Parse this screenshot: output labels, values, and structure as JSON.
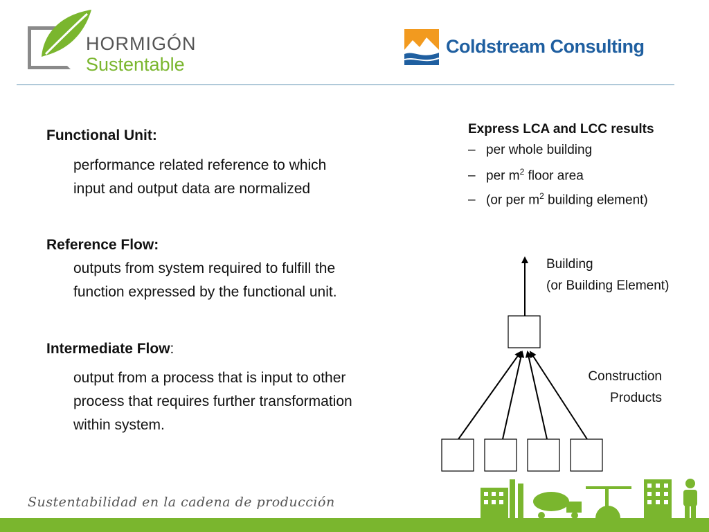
{
  "logos": {
    "left": {
      "line1": "HORMIGÓN",
      "line2": "Sustentable",
      "leaf_color": "#7ab62e",
      "frame_color": "#8a8a8a"
    },
    "right": {
      "name": "Coldstream Consulting",
      "color": "#1f5fa0",
      "icon_orange": "#f29a1f"
    }
  },
  "definitions": [
    {
      "term": "Functional Unit:",
      "text_lines": [
        "performance related reference to which",
        "input and output data are normalized"
      ]
    },
    {
      "term": "Reference Flow:",
      "text_lines": [
        "outputs from system required to fulfill the",
        "function expressed by the functional unit."
      ]
    },
    {
      "term": "Intermediate Flow",
      "term_suffix": ":",
      "text_lines": [
        "output from a process that is input to other",
        "process that requires further transformation",
        "within system."
      ]
    }
  ],
  "results": {
    "title": "Express LCA and LCC results",
    "dash": "–",
    "items": [
      {
        "pre": "per whole building"
      },
      {
        "pre": "per m",
        "sup": "2",
        "post": " floor area"
      },
      {
        "pre": "(or per m",
        "sup": "2",
        "post": " building element)"
      }
    ]
  },
  "diagram": {
    "top_label_line1": "Building",
    "top_label_line2": "(or Building Element)",
    "side_label_line1": "Construction",
    "side_label_line2": "Products"
  },
  "footer": {
    "caption": "Sustentabilidad en la cadena de producción",
    "band_color": "#7ab62e"
  }
}
